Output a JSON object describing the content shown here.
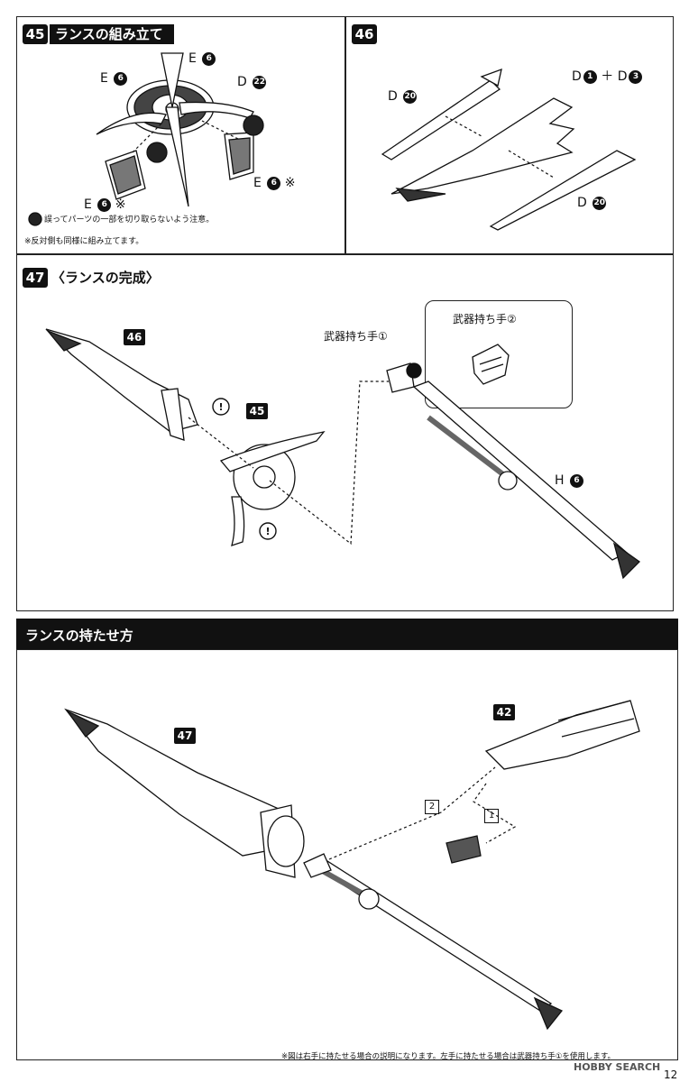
{
  "step45": {
    "num": "45",
    "title": "ランスの組み立て",
    "labels": {
      "e6_left": "E",
      "e6_top": "E",
      "d22": "D",
      "e6_right": "E",
      "e6_bottom": "E"
    },
    "parts": {
      "six": "6",
      "twentytwo": "22"
    },
    "mark": "※",
    "note1": "誤ってパーツの一部を切り取らないよう注意。",
    "note2": "※反対側も同様に組み立てます。"
  },
  "step46": {
    "num": "46",
    "labels": {
      "d20_top": "D",
      "d1": "D",
      "plus": "＋",
      "d3": "D",
      "d20_bottom": "D"
    },
    "parts": {
      "twenty": "20",
      "one": "1",
      "three": "3"
    }
  },
  "step47": {
    "num": "47",
    "title": "〈ランスの完成〉",
    "ref46": "46",
    "ref45": "45",
    "hand1": "武器持ち手①",
    "hand2": "武器持ち手②",
    "h6": "H",
    "six": "6"
  },
  "section": {
    "title": "ランスの持たせ方",
    "ref47": "47",
    "ref42": "42",
    "step1": "1",
    "step2": "2",
    "footnote": "※図は右手に持たせる場合の説明になります。左手に持たせる場合は武器持ち手①を使用します。"
  },
  "page": {
    "number": "12",
    "watermark": "HOBBY SEARCH"
  }
}
